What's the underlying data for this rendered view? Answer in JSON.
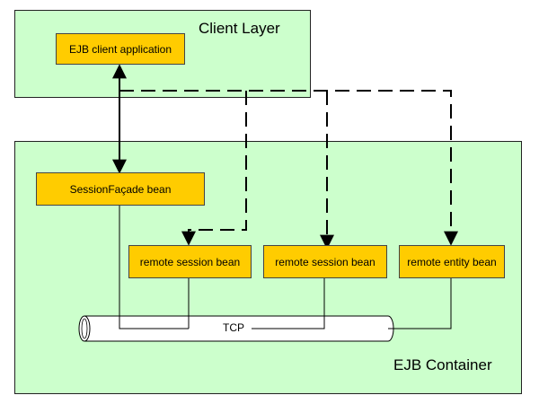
{
  "client_layer": {
    "title": "Client Layer",
    "client_app_label": "EJB client application"
  },
  "ejb_container": {
    "title": "EJB Container",
    "session_facade_label": "SessionFaçade bean",
    "beans": [
      "remote session bean",
      "remote session bean",
      "remote entity bean"
    ],
    "tcp_label": "TCP"
  },
  "colors": {
    "layer_fill": "#ccffcc",
    "bean_fill": "#ffcc00",
    "line": "#000000"
  }
}
